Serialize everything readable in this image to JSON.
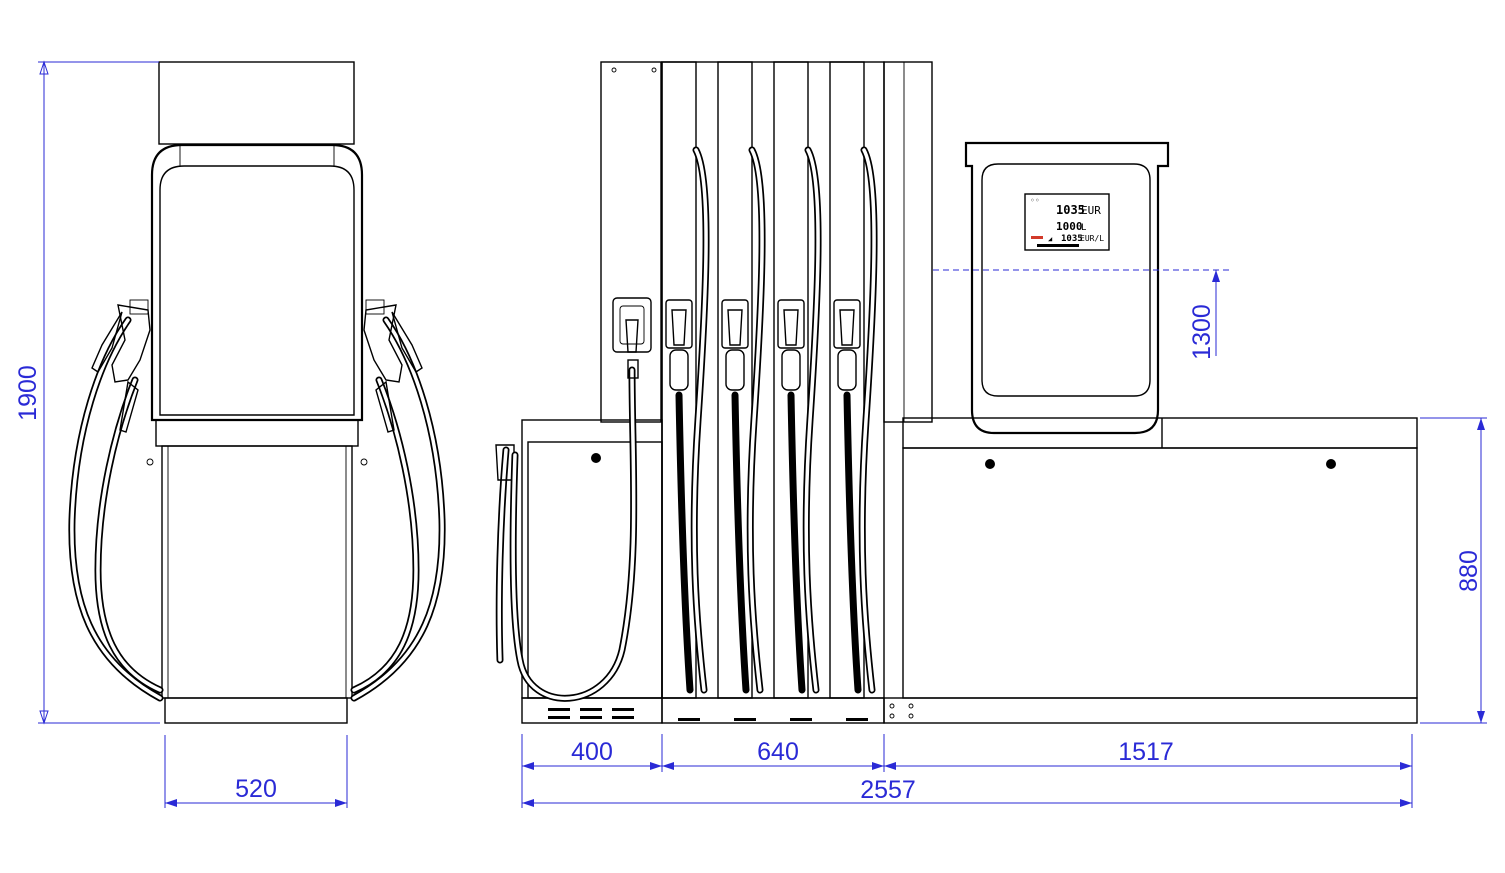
{
  "dimensions": {
    "height_total": "1900",
    "width_side": "520",
    "width_a": "400",
    "width_b": "640",
    "width_c": "1517",
    "width_total": "2557",
    "height_base": "880",
    "height_display": "1300"
  },
  "display": {
    "amount": "1035",
    "amount_unit": "EUR",
    "volume": "1000",
    "volume_unit": "L",
    "price": "1035",
    "price_unit": "EUR/L"
  },
  "colors": {
    "dimension": "#2a2ad6",
    "line": "#000000",
    "indicator": "#d23a2a"
  }
}
